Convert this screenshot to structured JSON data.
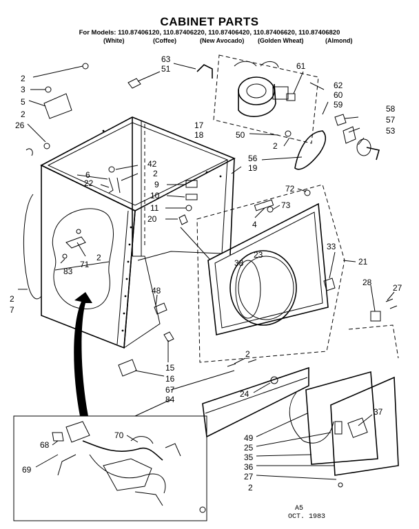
{
  "header": {
    "title": "CABINET PARTS",
    "models_line": "For Models: 110.87406120, 110.87406220, 110.87406420, 110.87406620, 110.87406820",
    "colors": [
      "(White)",
      "(Coffee)",
      "(New Avocado)",
      "(Golden Wheat)",
      "(Almond)"
    ]
  },
  "callouts": {
    "c2a": "2",
    "c3": "3",
    "c5": "5",
    "c2b": "2",
    "c26": "26",
    "c63": "63",
    "c51": "51",
    "c61": "61",
    "c62": "62",
    "c60": "60",
    "c59": "59",
    "c58": "58",
    "c57": "57",
    "c53": "53",
    "c17": "17",
    "c18": "18",
    "c50": "50",
    "c2c": "2",
    "c56": "56",
    "c19": "19",
    "c42": "42",
    "c6": "6",
    "c2d": "2",
    "c22": "22",
    "c9": "9",
    "c10": "10",
    "c11": "11",
    "c20": "20",
    "c72": "72",
    "c73": "73",
    "c4": "4",
    "c33": "33",
    "c21": "21",
    "c38": "38",
    "c23": "23",
    "c2e": "2",
    "c71": "71",
    "c83": "83",
    "c2f": "2",
    "c7": "7",
    "c48": "48",
    "c28": "28",
    "c27a": "27",
    "c15": "15",
    "c16": "16",
    "c2g": "2",
    "c67": "67",
    "c84": "84",
    "c24": "24",
    "c37": "37",
    "c49": "49",
    "c25": "25",
    "c35": "35",
    "c36": "36",
    "c27b": "27",
    "c2h": "2",
    "c68": "68",
    "c70": "70",
    "c69": "69"
  },
  "footer": {
    "code": "A5",
    "date": "OCT. 1983"
  }
}
